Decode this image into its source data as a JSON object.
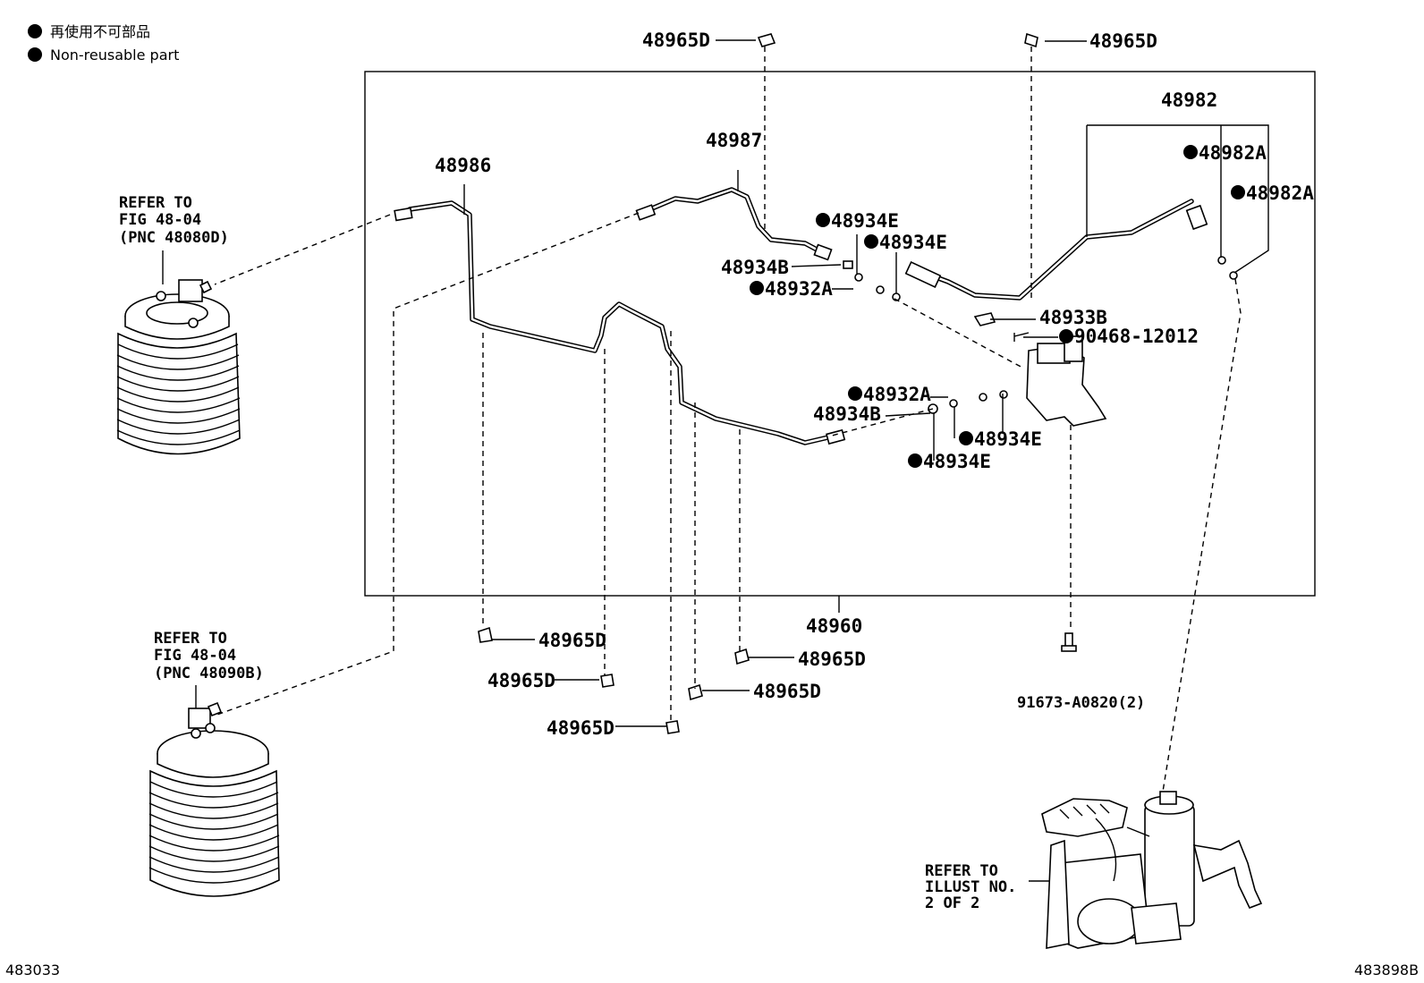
{
  "legend": {
    "line_ja": "再使用不可部品",
    "line_en": "Non-reusable part"
  },
  "labels": {
    "p48965D_top_left": "48965D",
    "p48965D_top_right": "48965D",
    "p48982": "48982",
    "p48982A_1": "48982A",
    "p48982A_2": "48982A",
    "p48987": "48987",
    "p48986": "48986",
    "p48934E_1": "48934E",
    "p48934E_2": "48934E",
    "p48934B_1": "48934B",
    "p48932A_1": "48932A",
    "p48933B": "48933B",
    "p90468": "90468-12012",
    "p48932A_2": "48932A",
    "p48934B_2": "48934B",
    "p48934E_3": "48934E",
    "p48934E_4": "48934E",
    "p48960": "48960",
    "p48965D_b1": "48965D",
    "p48965D_b2": "48965D",
    "p48965D_b3": "48965D",
    "p48965D_b4": "48965D",
    "p48965D_b5": "48965D",
    "p91673": "91673-A0820(2)"
  },
  "refs": {
    "ref1": [
      "REFER TO",
      "FIG 48-04",
      "(PNC 48080D)"
    ],
    "ref2": [
      "REFER TO",
      "FIG 48-04",
      "(PNC 48090B)"
    ],
    "ref3": [
      "REFER TO",
      "ILLUST NO.",
      "2 OF 2"
    ]
  },
  "codes": {
    "left": "483033",
    "right": "483898B"
  },
  "icons": [
    "non-reusable-dot-icon",
    "air-spring-bellows-icon",
    "compressor-assembly-icon",
    "pipe-clamp-icon"
  ]
}
